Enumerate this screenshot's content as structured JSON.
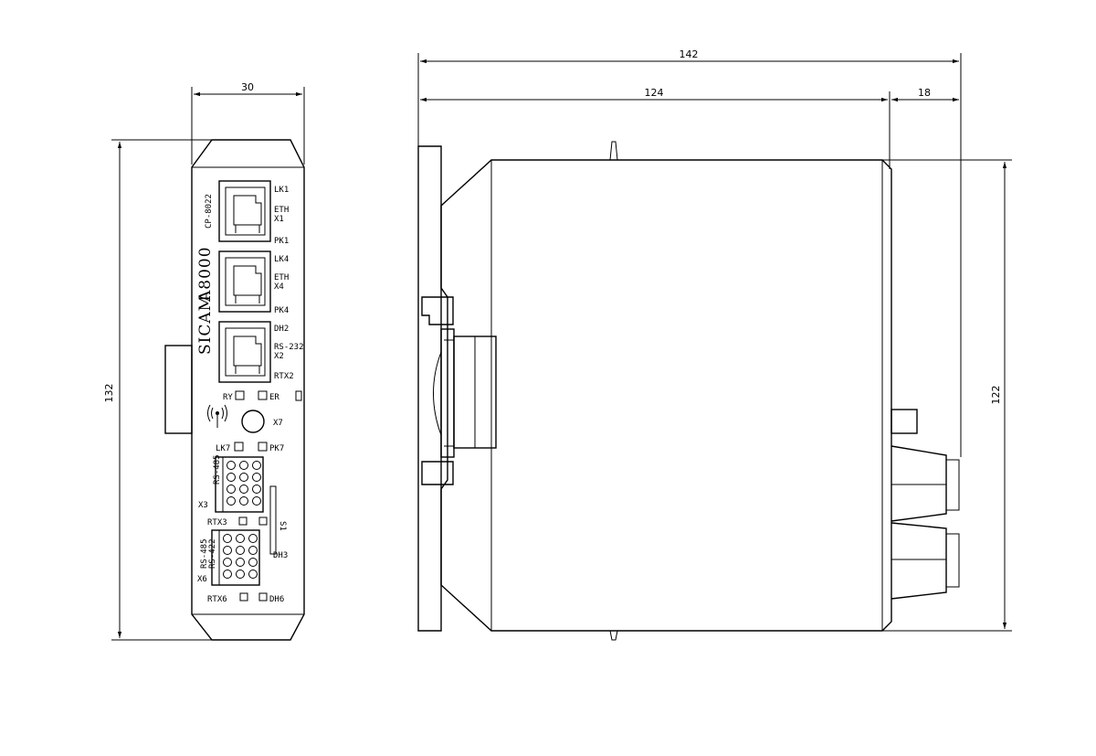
{
  "dimensions": {
    "front_width": "30",
    "front_height": "132",
    "side_total_width": "142",
    "side_body_width": "124",
    "side_connector_width": "18",
    "side_height": "122"
  },
  "front_panel": {
    "brand": "SICAM",
    "model": "A8000",
    "part_number": "CP-8022",
    "port1": {
      "top": "LK1",
      "mid1": "ETH",
      "mid2": "X1",
      "bottom": "PK1"
    },
    "port2": {
      "top": "LK4",
      "mid1": "ETH",
      "mid2": "X4",
      "bottom": "PK4"
    },
    "port3": {
      "top": "DH2",
      "mid1": "RS-232",
      "mid2": "X2",
      "bottom": "RTX2"
    },
    "status": {
      "ry": "RY",
      "er": "ER"
    },
    "antenna_port": "X7",
    "lk7": "LK7",
    "pk7": "PK7",
    "terminal1": {
      "label": "X3",
      "side": "RS-485",
      "rtx": "RTX3"
    },
    "switch_label": "S1",
    "dh3": "DH3",
    "terminal2": {
      "label": "X6",
      "side": "RS-485",
      "side2": "RS-422",
      "rtx": "RTX6",
      "dh": "DH6"
    }
  },
  "colors": {
    "line": "#000000",
    "background": "#ffffff"
  }
}
